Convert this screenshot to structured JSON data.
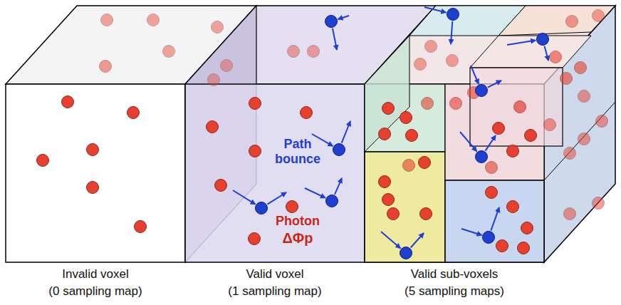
{
  "diagram": {
    "labels": [
      "Path bounce",
      "Photon",
      "ΔΦp",
      "Invalid voxel",
      "(0 sampling map)",
      "Valid voxel",
      "(1 sampling map)",
      "Valid sub-voxels",
      "(5 sampling maps)"
    ]
  }
}
